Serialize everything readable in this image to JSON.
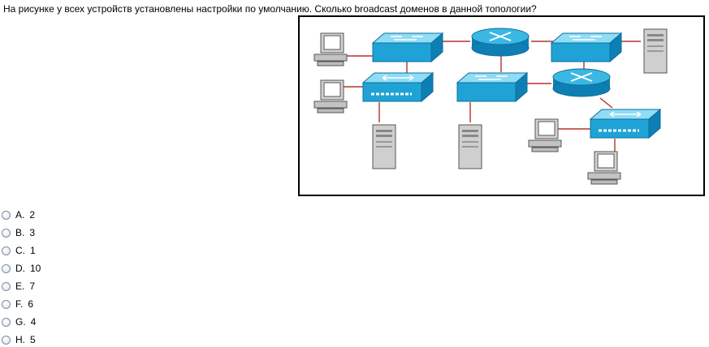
{
  "question": {
    "text": "На рисунке у  всех устройств установлены настройки по умолчанию. Сколько broadcast доменов в данной топологии?"
  },
  "options": [
    {
      "letter": "A.",
      "value": "2"
    },
    {
      "letter": "B.",
      "value": "3"
    },
    {
      "letter": "C.",
      "value": "1"
    },
    {
      "letter": "D.",
      "value": "10"
    },
    {
      "letter": "E.",
      "value": "7"
    },
    {
      "letter": "F.",
      "value": "6"
    },
    {
      "letter": "G.",
      "value": "4"
    },
    {
      "letter": "H.",
      "value": "5"
    }
  ],
  "colors": {
    "device_blue": "#1fa3d6",
    "device_blue_dark": "#0c6f9c",
    "link_red": "#b5322b",
    "pc_gray": "#c7c7c7"
  }
}
